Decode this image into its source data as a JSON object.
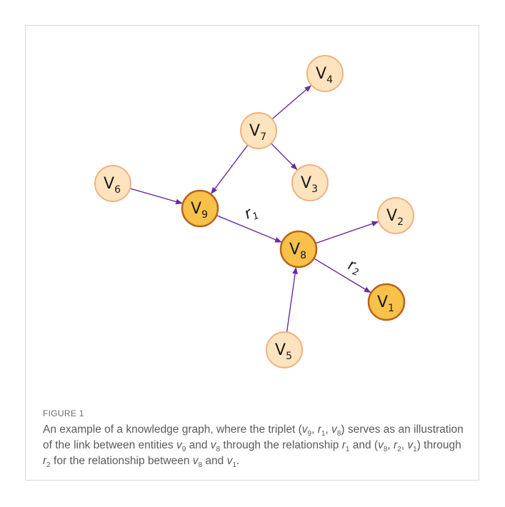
{
  "figure": {
    "label": "FIGURE 1",
    "caption_parts": [
      {
        "t": "An example of a knowledge graph, where the triplet ("
      },
      {
        "t": "v",
        "i": true
      },
      {
        "t": "9",
        "sub": true
      },
      {
        "t": ", "
      },
      {
        "t": "r",
        "i": true
      },
      {
        "t": "1",
        "sub": true
      },
      {
        "t": ", "
      },
      {
        "t": "v",
        "i": true
      },
      {
        "t": "8",
        "sub": true
      },
      {
        "t": ") serves as an illustration of the link between entities "
      },
      {
        "t": "v",
        "i": true
      },
      {
        "t": "9",
        "sub": true
      },
      {
        "t": " and "
      },
      {
        "t": "v",
        "i": true
      },
      {
        "t": "8",
        "sub": true
      },
      {
        "t": " through the relationship "
      },
      {
        "t": "r",
        "i": true
      },
      {
        "t": "1",
        "sub": true
      },
      {
        "t": " and ("
      },
      {
        "t": "v",
        "i": true
      },
      {
        "t": "8",
        "sub": true
      },
      {
        "t": ", "
      },
      {
        "t": "r",
        "i": true
      },
      {
        "t": "2",
        "sub": true
      },
      {
        "t": ", "
      },
      {
        "t": "v",
        "i": true
      },
      {
        "t": "1",
        "sub": true
      },
      {
        "t": ") through "
      },
      {
        "t": "r",
        "i": true
      },
      {
        "t": "2",
        "sub": true
      },
      {
        "t": " for the relationship between "
      },
      {
        "t": "v",
        "i": true
      },
      {
        "t": "8",
        "sub": true
      },
      {
        "t": " and "
      },
      {
        "t": "v",
        "i": true
      },
      {
        "t": "1",
        "sub": true
      },
      {
        "t": "."
      }
    ]
  },
  "graph": {
    "colors": {
      "node_fill": "#fde3be",
      "node_stroke": "#f0b27f",
      "highlight_fill": "#f8c24a",
      "highlight_stroke": "#b8621b",
      "edge": "#6a2d9a"
    },
    "nodes": [
      {
        "id": "v4",
        "base": "V",
        "sub": "4",
        "highlight": false
      },
      {
        "id": "v7",
        "base": "V",
        "sub": "7",
        "highlight": false
      },
      {
        "id": "v6",
        "base": "V",
        "sub": "6",
        "highlight": false
      },
      {
        "id": "v3",
        "base": "V",
        "sub": "3",
        "highlight": false
      },
      {
        "id": "v9",
        "base": "V",
        "sub": "9",
        "highlight": true
      },
      {
        "id": "v2",
        "base": "V",
        "sub": "2",
        "highlight": false
      },
      {
        "id": "v8",
        "base": "V",
        "sub": "8",
        "highlight": true
      },
      {
        "id": "v1",
        "base": "V",
        "sub": "1",
        "highlight": true
      },
      {
        "id": "v5",
        "base": "V",
        "sub": "5",
        "highlight": false
      }
    ],
    "edges": [
      {
        "from": "v7",
        "to": "v4",
        "label": null
      },
      {
        "from": "v7",
        "to": "v3",
        "label": null
      },
      {
        "from": "v7",
        "to": "v9",
        "label": null
      },
      {
        "from": "v6",
        "to": "v9",
        "label": null
      },
      {
        "from": "v9",
        "to": "v8",
        "label": {
          "base": "r",
          "sub": "1"
        }
      },
      {
        "from": "v8",
        "to": "v2",
        "label": null
      },
      {
        "from": "v8",
        "to": "v1",
        "label": {
          "base": "r",
          "sub": "2"
        }
      },
      {
        "from": "v5",
        "to": "v8",
        "label": null
      }
    ]
  }
}
